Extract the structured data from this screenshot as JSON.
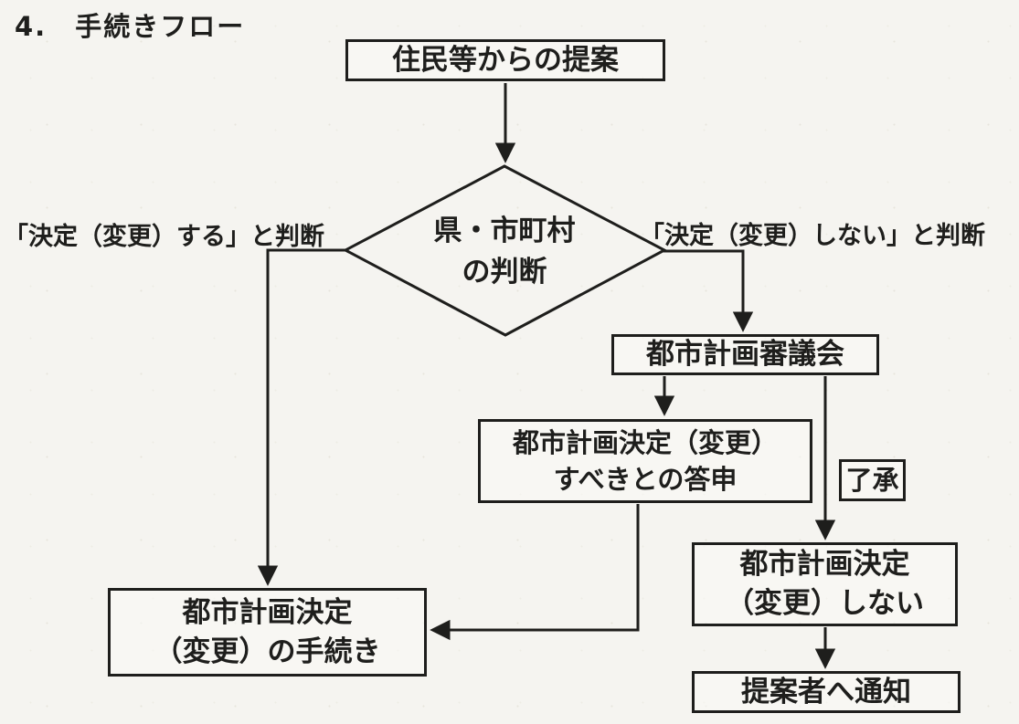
{
  "page": {
    "title": "4.　手続きフロー",
    "paper_color": "#f5f4f0",
    "ink_color": "#1e1e1c"
  },
  "nodes": {
    "proposal": {
      "label": "住民等からの提案"
    },
    "decision": {
      "lines": [
        "県・市町村",
        "の判断"
      ]
    },
    "shingikai": {
      "label": "都市計画審議会"
    },
    "toshin": {
      "lines": [
        "都市計画決定（変更）",
        "すべきとの答申"
      ]
    },
    "shinai": {
      "lines": [
        "都市計画決定",
        "（変更）しない"
      ]
    },
    "tsuchi": {
      "label": "提案者へ通知"
    },
    "tetsuzuki": {
      "lines": [
        "都市計画決定",
        "（変更）の手続き"
      ]
    }
  },
  "edge_labels": {
    "decide": "「決定（変更）する」と判断",
    "not_decide": "「決定（変更）しない」と判断",
    "approval": "了承"
  }
}
